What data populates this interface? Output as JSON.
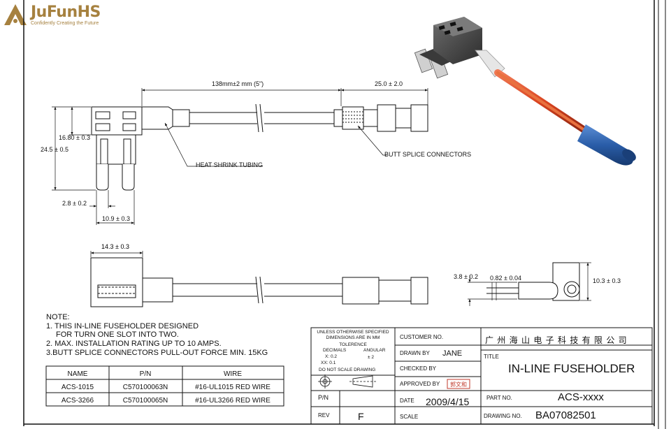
{
  "logo": {
    "name": "JuFunHS",
    "tagline": "Confidently Creating the Future"
  },
  "dimensions": {
    "wire_length": "138mm±2 mm (5\")",
    "splice_length": "25.0 ± 2.0",
    "holder_height": "16.80 ± 0.3",
    "overall_height": "24.5 ± 0.5",
    "blade_gap": "2.8 ± 0.2",
    "blade_span": "10.9 ± 0.3",
    "holder_width": "14.3 ± 0.3",
    "blade_thickness": "3.8 ± 0.2",
    "blade_tip": "0.82 ± 0.04",
    "side_height": "10.3 ± 0.3"
  },
  "callouts": {
    "heat_shrink": "HEAT SHRINK TUBING",
    "butt_splice": "BUTT SPLICE CONNECTORS"
  },
  "notes": {
    "heading": "NOTE:",
    "lines": [
      "1. THIS IN-LINE FUSEHOLDER DESIGNED",
      "FOR TURN ONE SLOT INTO TWO.",
      "2. MAX. INSTALLATION RATING UP TO 10 AMPS.",
      "3.BUTT SPLICE CONNECTORS PULL-OUT FORCE MIN. 15KG"
    ]
  },
  "parts_table": {
    "headers": [
      "NAME",
      "P/N",
      "WIRE"
    ],
    "rows": [
      [
        "ACS-1015",
        "C570100063N",
        "#16-UL1015 RED WIRE"
      ],
      [
        "ACS-3266",
        "C570100065N",
        "#16-UL3266 RED WIRE"
      ]
    ]
  },
  "title_block": {
    "tolerance": {
      "line1": "UNLESS OTHERWISE SPECIFIED",
      "line2": "DIMENSIONS ARE IN MM",
      "line3": "TOLERENCE",
      "decimals_label": "DECIMALS",
      "angular_label": "ANGULAR",
      "x_tol": "X: 0.2",
      "angular_tol": "± 2",
      "xx_tol": "XX: 0.1",
      "no_scale": "DO NOT SCALE DRAWING"
    },
    "customer_no_label": "CUSTOMER NO.",
    "company": "广 州 海 山 电 子 科 技 有 限 公 司",
    "drawn_by_label": "DRAWN BY",
    "drawn_by": "JANE",
    "title_label": "TITLE",
    "title": "IN-LINE FUSEHOLDER",
    "checked_by_label": "CHECKED BY",
    "approved_by_label": "APPROVED BY",
    "approved_stamp": "郭文和",
    "pn_label": "P/N",
    "part_no_label": "PART NO.",
    "part_no": "ACS-xxxx",
    "date_label": "DATE",
    "date": "2009/4/15",
    "rev_label": "REV",
    "rev": "F",
    "scale_label": "SCALE",
    "drawing_no_label": "DRAWING NO.",
    "drawing_no": "BA07082501"
  },
  "colors": {
    "logo": "#a6813f",
    "wire": "#d9431f",
    "splice": "#2a5da8",
    "stamp": "#c0392b"
  },
  "icons": [
    "projection-symbol-icon",
    "logo-icon"
  ]
}
